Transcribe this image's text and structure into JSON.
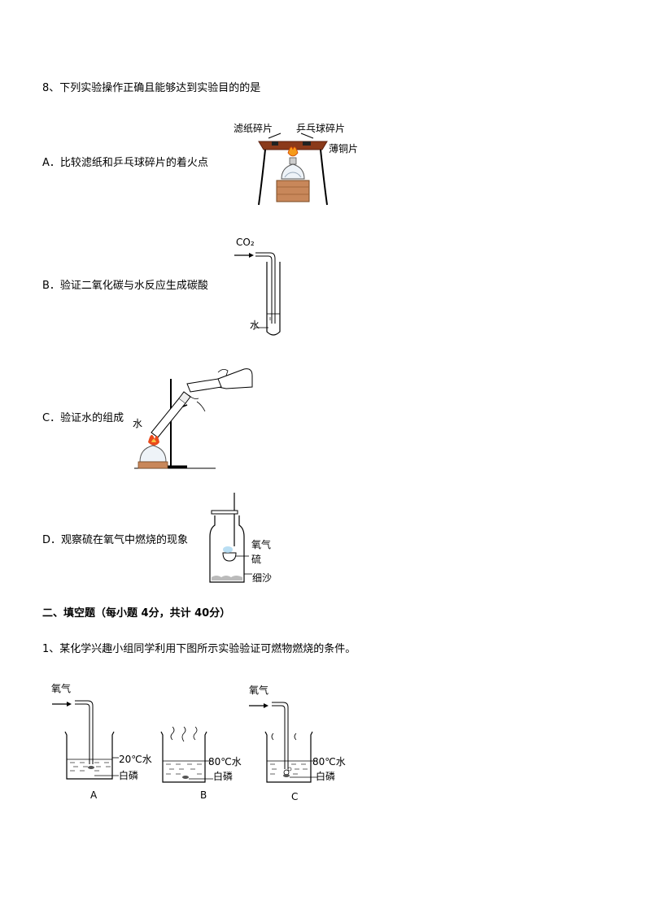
{
  "question8": {
    "stem": "8、下列实验操作正确且能够达到实验目的的是",
    "options": [
      {
        "text": "A．比较滤纸和乒乓球碎片的着火点"
      },
      {
        "text": "B．验证二氧化碳与水反应生成碳酸"
      },
      {
        "text": "C．验证水的组成"
      },
      {
        "text": "D．观察硫在氧气中燃烧的现象"
      }
    ],
    "figA": {
      "label1": "滤纸碎片",
      "label2": "乒乓球碎片",
      "label3": "薄铜片"
    },
    "figB": {
      "gas": "CO₂",
      "liquid": "水"
    },
    "figC": {
      "liquid": "水"
    },
    "figD": {
      "label1": "氧气",
      "label2": "硫",
      "label3": "细沙"
    }
  },
  "section2": {
    "title": "二、填空题（每小题 4分，共计 40分）",
    "q1": {
      "stem": "1、某化学兴趣小组同学利用下图所示实验验证可燃物燃烧的条件。"
    },
    "beakers": [
      {
        "gas": "氧气",
        "water": "20℃水",
        "solid": "白磷",
        "caption": "A"
      },
      {
        "gas": "",
        "water": "80℃水",
        "solid": "白磷",
        "caption": "B"
      },
      {
        "gas": "氧气",
        "water": "80℃水",
        "solid": "白磷",
        "caption": "C"
      }
    ]
  }
}
